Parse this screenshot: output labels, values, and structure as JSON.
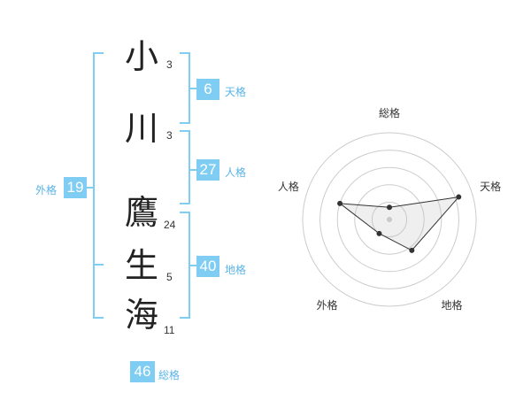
{
  "name": {
    "chars": [
      {
        "char": "小",
        "strokes": "3"
      },
      {
        "char": "川",
        "strokes": "3"
      },
      {
        "char": "鷹",
        "strokes": "24"
      },
      {
        "char": "生",
        "strokes": "5"
      },
      {
        "char": "海",
        "strokes": "11"
      }
    ]
  },
  "kaku": {
    "tenkaku": {
      "value": "6",
      "label": "天格"
    },
    "jinkaku": {
      "value": "27",
      "label": "人格"
    },
    "chikaku": {
      "value": "40",
      "label": "地格"
    },
    "gaikaku": {
      "value": "19",
      "label": "外格"
    },
    "soukaku": {
      "value": "46",
      "label": "総格"
    }
  },
  "colors": {
    "accent": "#7fcdf3",
    "accent_text": "#5ab4e6"
  },
  "chart_data": {
    "type": "radar",
    "axes": [
      "総格",
      "天格",
      "地格",
      "外格",
      "人格"
    ],
    "max": 5,
    "values": [
      0.7,
      4.2,
      2.2,
      1.0,
      3.0
    ]
  }
}
